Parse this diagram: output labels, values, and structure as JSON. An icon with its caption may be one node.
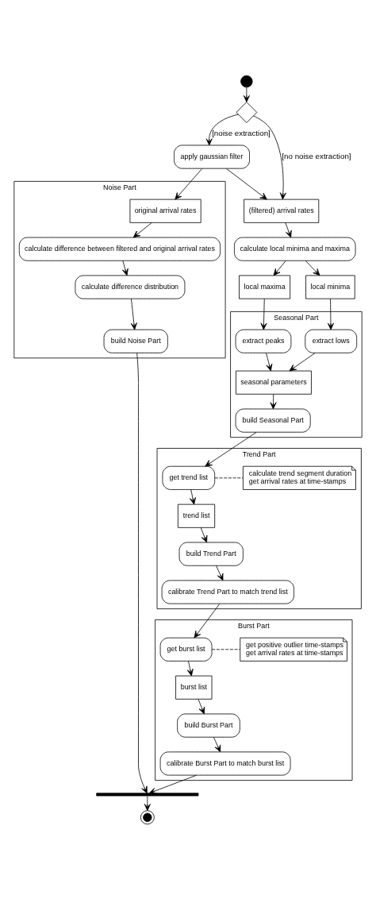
{
  "diagram": {
    "nodes": [
      {
        "text": [],
        "shape": "circle"
      },
      {
        "text": [],
        "shape": "diamond"
      },
      {
        "text": [
          "apply gaussian filter"
        ]
      },
      {
        "text": [
          "(filtered) arrival rates"
        ]
      },
      {
        "text": [
          "Noise Part"
        ]
      },
      {
        "text": [
          "original arrival rates"
        ],
        "in": 4
      },
      {
        "text": [
          "calculate difference between filtered and original arrival rates"
        ],
        "in": 4
      },
      {
        "text": [
          "calculate difference distribution"
        ],
        "in": 4
      },
      {
        "text": [
          "build Noise Part"
        ],
        "in": 4
      },
      {
        "text": [
          "calculate local minima and maxima"
        ]
      },
      {
        "text": [
          "local minima"
        ]
      },
      {
        "text": [
          "local maxima"
        ]
      },
      {
        "text": [
          "Seasonal Part"
        ]
      },
      {
        "text": [
          "extract lows"
        ],
        "in": 12
      },
      {
        "text": [
          "extract peaks"
        ],
        "in": 12
      },
      {
        "text": [
          "seasonal parameters"
        ],
        "in": 12
      },
      {
        "text": [
          "build Seasonal Part"
        ],
        "in": 12
      },
      {
        "text": [
          "Trend Part"
        ]
      },
      {
        "text": [
          "get trend list"
        ],
        "in": 17
      },
      {
        "text": [
          "calculate trend segment duration",
          "get arrival rates at time-stamps"
        ],
        "in": 17
      },
      {
        "text": [
          "trend list"
        ],
        "in": 17
      },
      {
        "text": [
          "build Trend Part"
        ],
        "in": 17
      },
      {
        "text": [
          "calibrate Trend Part to match trend list"
        ],
        "in": 17
      },
      {
        "text": [
          "Burst Part"
        ]
      },
      {
        "text": [
          "get burst list"
        ],
        "in": 23
      },
      {
        "text": [
          "get positive outlier time-stamps",
          "get arrival rates at time-stamps"
        ],
        "in": 23
      },
      {
        "text": [
          "burst list"
        ],
        "in": 23
      },
      {
        "text": [
          "build Burst Part"
        ],
        "in": 23
      },
      {
        "text": [
          "calibrate Burst Part to match burst list"
        ],
        "in": 23
      },
      {
        "text": [],
        "shape": "bar"
      },
      {
        "text": [],
        "shape": "bullseye"
      }
    ],
    "edges": [
      {
        "from": 0,
        "to": 1,
        "arrow": "to"
      },
      {
        "from": 1,
        "to": 2,
        "arrow": "to",
        "label": "[noise extraction]"
      },
      {
        "from": 1,
        "to": 3,
        "arrow": "to",
        "label": "[no noise extraction]"
      },
      {
        "from": 2,
        "to": 3,
        "arrow": "to"
      },
      {
        "from": 2,
        "to": 5,
        "arrow": "to"
      },
      {
        "from": 3,
        "to": 9,
        "arrow": "to"
      },
      {
        "from": 5,
        "to": 6,
        "arrow": "to"
      },
      {
        "from": 6,
        "to": 7,
        "arrow": "to"
      },
      {
        "from": 7,
        "to": 8,
        "arrow": "to"
      },
      {
        "from": 9,
        "to": 10,
        "arrow": "to"
      },
      {
        "from": 9,
        "to": 11,
        "arrow": "to"
      },
      {
        "from": 10,
        "to": 13,
        "arrow": "to"
      },
      {
        "from": 11,
        "to": 14,
        "arrow": "to"
      },
      {
        "from": 13,
        "to": 15,
        "arrow": "to"
      },
      {
        "from": 14,
        "to": 15,
        "arrow": "to"
      },
      {
        "from": 15,
        "to": 16,
        "arrow": "to"
      },
      {
        "from": 16,
        "to": 18,
        "arrow": "to"
      },
      {
        "from": 18,
        "to": 19,
        "arrow": "none",
        "style": "dashed"
      },
      {
        "from": 18,
        "to": 20,
        "arrow": "to"
      },
      {
        "from": 20,
        "to": 21,
        "arrow": "to"
      },
      {
        "from": 21,
        "to": 22,
        "arrow": "to"
      },
      {
        "from": 22,
        "to": 24,
        "arrow": "to"
      },
      {
        "from": 24,
        "to": 25,
        "arrow": "none",
        "style": "dashed"
      },
      {
        "from": 24,
        "to": 26,
        "arrow": "to"
      },
      {
        "from": 26,
        "to": 27,
        "arrow": "to"
      },
      {
        "from": 27,
        "to": 28,
        "arrow": "to"
      },
      {
        "from": 28,
        "to": 29,
        "arrow": "to"
      },
      {
        "from": 8,
        "to": 29,
        "arrow": "to"
      },
      {
        "from": 29,
        "to": 30,
        "arrow": "to"
      }
    ]
  }
}
